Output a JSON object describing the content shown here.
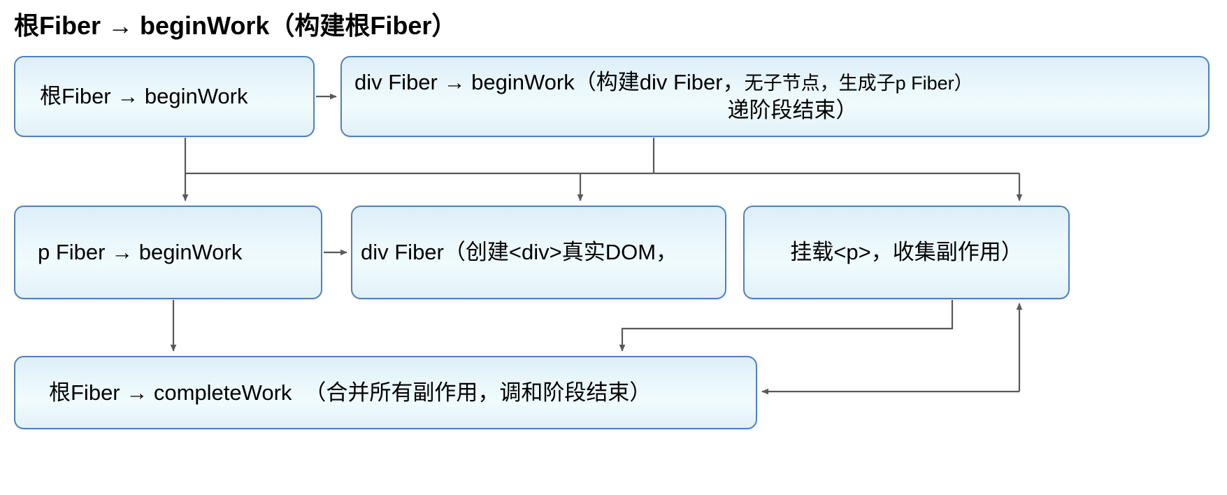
{
  "diagram": {
    "title": "根Fiber → beginWork（构建根Fiber）",
    "type": "flowchart",
    "nodes": [
      {
        "id": "root-begin",
        "label": "根Fiber → beginWork"
      },
      {
        "id": "div-begin",
        "lead": "div Fiber → beginWork",
        "paren_open": "（构建div Fiber，",
        "paren_note": "无子节点，生成子p Fiber）",
        "paren_tail": "递阶段结束）",
        "label": "div Fiber → beginWork（构建div Fiber，无子节点，生成子p Fiber）递阶段结束）"
      },
      {
        "id": "p-begin",
        "label": "p Fiber → beginWork"
      },
      {
        "id": "div-complete",
        "label": "div Fiber（创建<div>真实DOM，"
      },
      {
        "id": "mount-p",
        "label": "挂载<p>，收集副作用）"
      },
      {
        "id": "root-complete",
        "main": "根Fiber → completeWork",
        "note": "（合并所有副作用，调和阶段结束）",
        "label": "根Fiber → completeWork　（合并所有副作用，调和阶段结束）"
      }
    ],
    "edges": [
      {
        "id": "edge-root-begin-to-div-begin",
        "from": "root-begin",
        "to": "div-begin",
        "kind": "arrow-right"
      },
      {
        "id": "edge-root-begin-to-p-begin",
        "from": "root-begin",
        "to": "p-begin",
        "kind": "arrow-down"
      },
      {
        "id": "edge-div-begin-to-div-complete",
        "from": "div-begin",
        "to": "div-complete",
        "kind": "arrow-down-elbow"
      },
      {
        "id": "edge-div-begin-to-mount-p",
        "from": "div-begin",
        "to": "mount-p",
        "kind": "arrow-down-elbow"
      },
      {
        "id": "edge-p-begin-to-div-complete",
        "from": "p-begin",
        "to": "div-complete",
        "kind": "arrow-right"
      },
      {
        "id": "edge-p-begin-to-root-complete",
        "from": "p-begin",
        "to": "root-complete",
        "kind": "arrow-down"
      },
      {
        "id": "edge-mount-p-to-root-complete",
        "from": "mount-p",
        "to": "root-complete",
        "kind": "arrow-down-elbow"
      },
      {
        "id": "edge-return-to-mount-p",
        "from": "root-complete",
        "to": "mount-p",
        "kind": "arrow-up-elbow"
      },
      {
        "id": "edge-return-to-root-complete",
        "from": "mount-p",
        "to": "root-complete",
        "kind": "arrow-left-elbow"
      }
    ]
  },
  "colors": {
    "node_border": "#4f81bd",
    "node_fill_top": "#ddeef8",
    "node_fill_bottom": "#e2f1f8",
    "connector": "#595959",
    "background": "#ffffff",
    "text": "#000000"
  }
}
